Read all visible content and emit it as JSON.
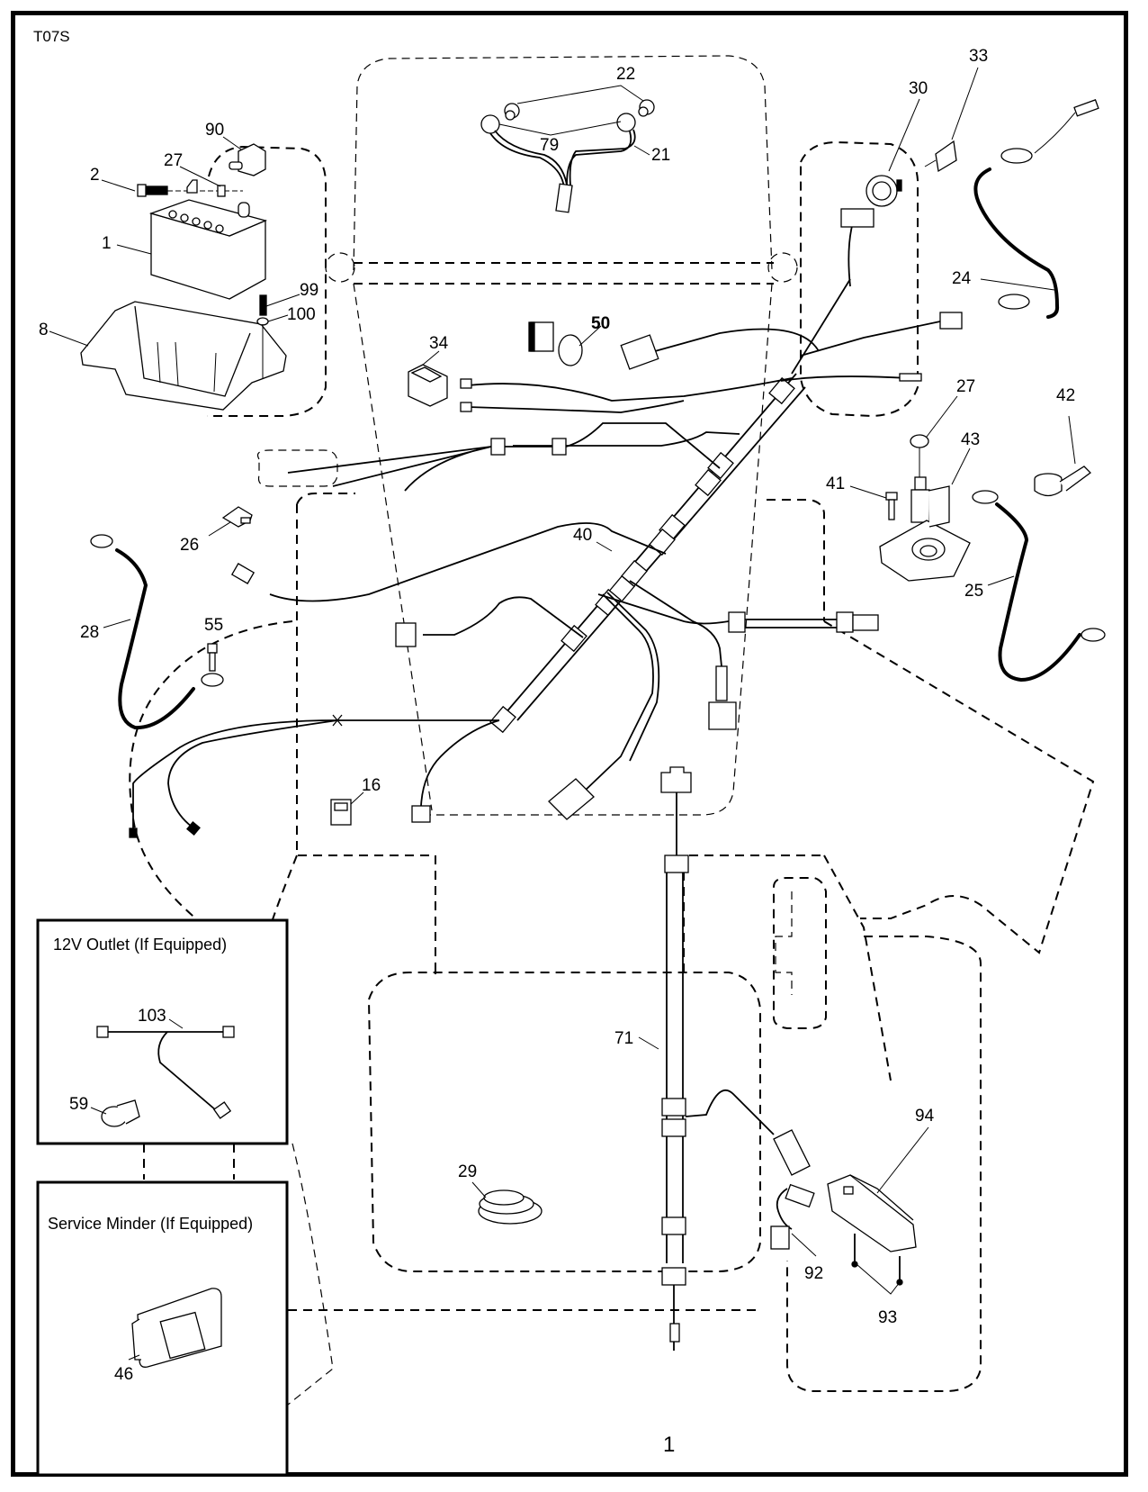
{
  "diagram": {
    "id": "T07S",
    "page_number": "1",
    "colors": {
      "line": "#000000",
      "background": "#ffffff"
    }
  },
  "callouts": {
    "c1": "1",
    "c2": "2",
    "c8": "8",
    "c16": "16",
    "c21": "21",
    "c22": "22",
    "c24": "24",
    "c25": "25",
    "c26": "26",
    "c27a": "27",
    "c27b": "27",
    "c28": "28",
    "c29": "29",
    "c30": "30",
    "c33": "33",
    "c34": "34",
    "c40": "40",
    "c41": "41",
    "c42": "42",
    "c43": "43",
    "c50": "50",
    "c55": "55",
    "c71": "71",
    "c79": "79",
    "c90": "90",
    "c92": "92",
    "c93": "93",
    "c94": "94",
    "c99": "99",
    "c100": "100"
  },
  "insets": {
    "outlet": {
      "title": "12V Outlet (If Equipped)",
      "c103": "103",
      "c59": "59"
    },
    "service_minder": {
      "title": "Service Minder (If Equipped)",
      "c46": "46"
    }
  }
}
